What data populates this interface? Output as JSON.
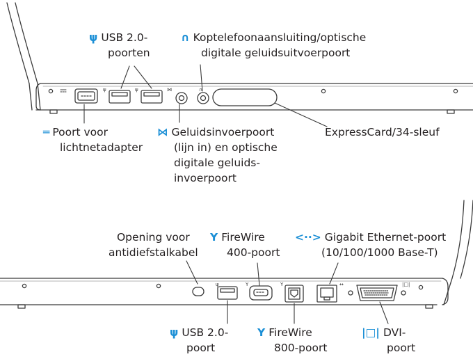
{
  "top_panel": {
    "usb": {
      "icon": "usb-icon",
      "line1": "USB 2.0-",
      "line2": "poorten"
    },
    "headphone": {
      "icon": "headphone-icon",
      "line1": "Koptelefoonaansluiting/optische",
      "line2": "digitale geluidsuitvoerpoort"
    },
    "power": {
      "icon": "dc-power-icon",
      "line1": "Poort voor",
      "line2": "lichtnetadapter"
    },
    "audio_in": {
      "icon": "audio-in-icon",
      "line1": "Geluidsinvoerpoort",
      "line2": "(lijn in) en optische",
      "line3": "digitale geluids-",
      "line4": "invoerpoort"
    },
    "expresscard": {
      "line1": "ExpressCard/34-sleuf"
    }
  },
  "bottom_panel": {
    "security": {
      "line1": "Opening voor",
      "line2": "antidiefstalkabel"
    },
    "firewire400": {
      "icon": "firewire-icon",
      "line1": "FireWire",
      "line2": "400-poort"
    },
    "ethernet": {
      "icon": "ethernet-icon",
      "line1": "Gigabit Ethernet-poort",
      "line2": "(10/100/1000 Base-T)"
    },
    "usb": {
      "icon": "usb-icon",
      "line1": "USB 2.0-",
      "line2": "poort"
    },
    "firewire800": {
      "icon": "firewire-icon",
      "line1": "FireWire",
      "line2": "800-poort"
    },
    "dvi": {
      "icon": "dvi-icon",
      "line1": "DVI-",
      "line2": "poort"
    }
  },
  "colors": {
    "icon_blue": "#1b8fd6",
    "text": "#231f20",
    "outline": "#3a3a3a"
  }
}
